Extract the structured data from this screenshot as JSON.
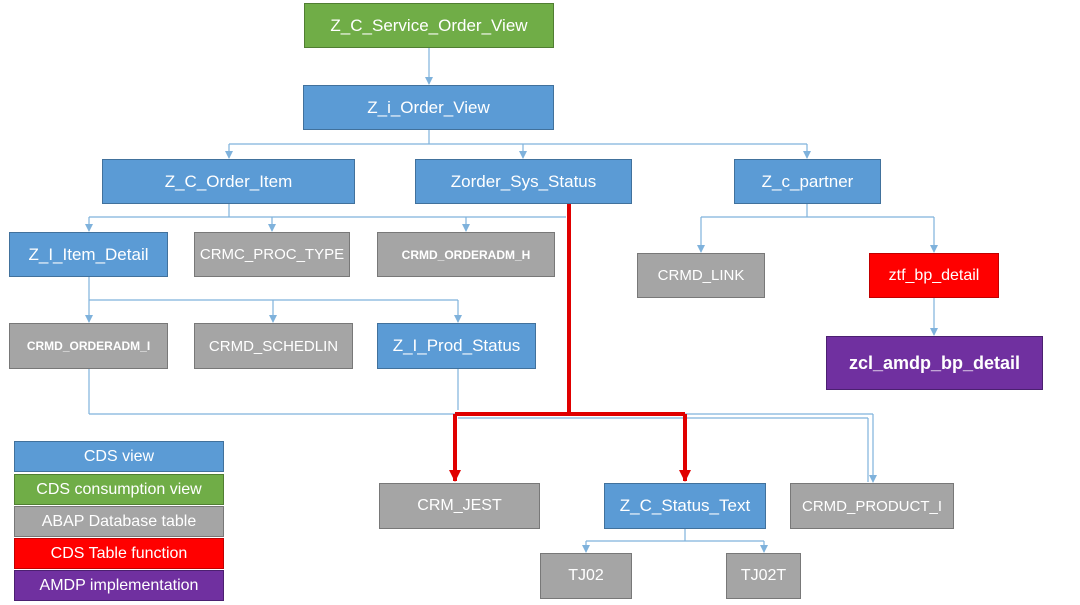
{
  "colors": {
    "cds_view": "#5b9bd5",
    "consumption_view": "#70ad47",
    "db_table": "#a5a5a5",
    "table_function": "#ff0000",
    "amdp": "#7030a0",
    "connector": "#7fb2dc",
    "highlight_path": "#e00000"
  },
  "nodes": {
    "service_order_view": "Z_C_Service_Order_View",
    "order_view": "Z_i_Order_View",
    "order_item": "Z_C_Order_Item",
    "sys_status": "Zorder_Sys_Status",
    "partner": "Z_c_partner",
    "item_detail": "Z_I_Item_Detail",
    "proc_type": "CRMC_PROC_TYPE",
    "orderadm_h": "CRMD_ORDERADM_H",
    "crmd_link": "CRMD_LINK",
    "bp_detail_tf": "ztf_bp_detail",
    "amdp_bp_detail": "zcl_amdp_bp_detail",
    "orderadm_i": "CRMD_ORDERADM_I",
    "schedlin": "CRMD_SCHEDLIN",
    "prod_status": "Z_I_Prod_Status",
    "crm_jest": "CRM_JEST",
    "status_text": "Z_C_Status_Text",
    "product_i": "CRMD_PRODUCT_I",
    "tj02": "TJ02",
    "tj02t": "TJ02T"
  },
  "legend": {
    "cds_view": "CDS view",
    "consumption_view": "CDS consumption view",
    "db_table": "ABAP Database table",
    "table_function": "CDS Table function",
    "amdp": "AMDP implementation"
  }
}
